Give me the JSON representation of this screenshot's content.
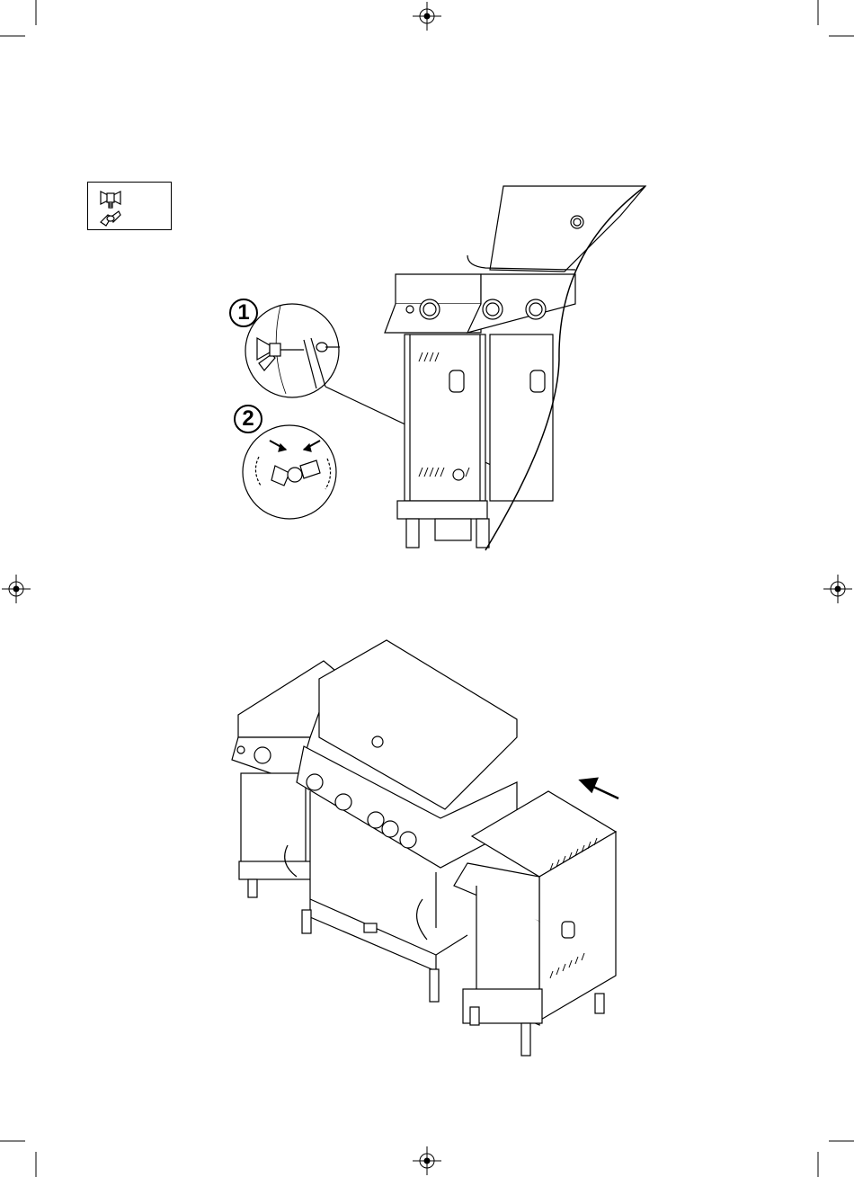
{
  "page": {
    "background": "#ffffff",
    "line_color": "#000000"
  },
  "hardware_box": {
    "icons": [
      "wing-nut-icon",
      "wing-bolt-icon"
    ]
  },
  "steps": [
    {
      "number": "1",
      "icon": "wing-nut-insert-icon"
    },
    {
      "number": "2",
      "icon": "wing-nut-tighten-icon"
    }
  ],
  "figures": {
    "top": "side-burner-attached-illustration",
    "bottom": "side-burner-attach-illustration",
    "direction_arrow": "push-arrow-icon"
  }
}
